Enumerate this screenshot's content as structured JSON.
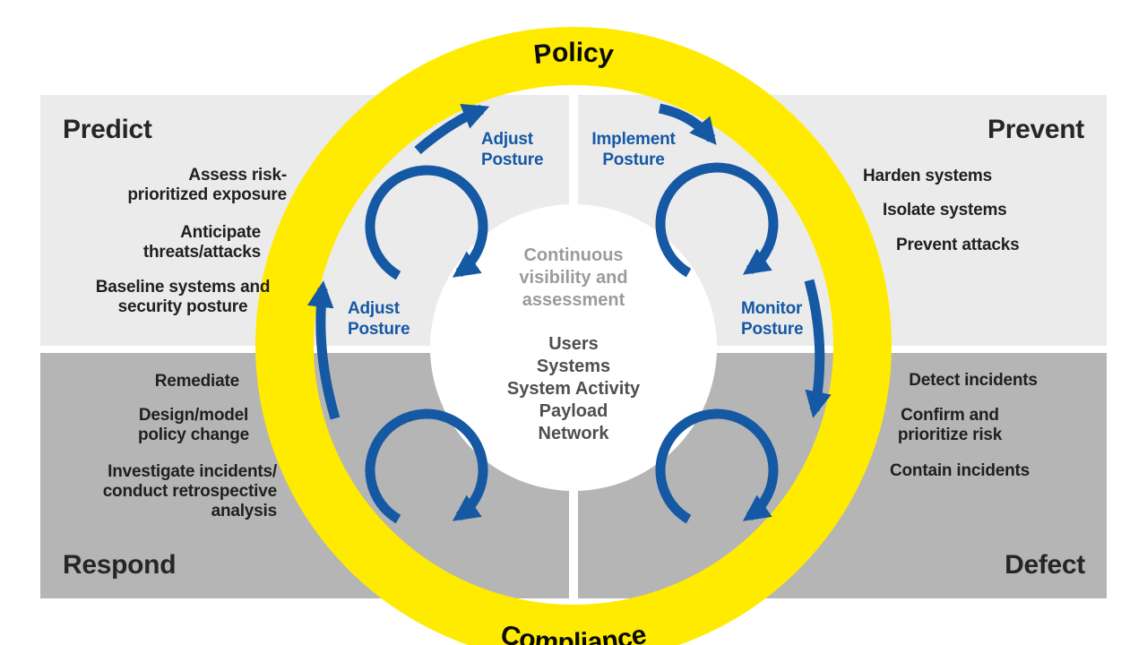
{
  "ring": {
    "top_label": "Policy",
    "bottom_label": "Compliance"
  },
  "center": {
    "subtitle": [
      "Continuous",
      "visibility and",
      "assessment"
    ],
    "items": [
      "Users",
      "Systems",
      "System Activity",
      "Payload",
      "Network"
    ]
  },
  "quadrants": {
    "predict": {
      "title": "Predict",
      "items": [
        [
          "Assess risk-",
          "prioritized exposure"
        ],
        [
          "Anticipate",
          "threats/attacks"
        ],
        [
          "Baseline systems and",
          "security posture"
        ]
      ]
    },
    "prevent": {
      "title": "Prevent",
      "items": [
        [
          "Harden systems"
        ],
        [
          "Isolate systems"
        ],
        [
          "Prevent attacks"
        ]
      ]
    },
    "respond": {
      "title": "Respond",
      "items": [
        [
          "Remediate"
        ],
        [
          "Design/model",
          "policy change"
        ],
        [
          "Investigate incidents/",
          "conduct retrospective",
          "analysis"
        ]
      ]
    },
    "defect": {
      "title": "Defect",
      "items": [
        [
          "Detect incidents"
        ],
        [
          "Confirm and",
          "prioritize risk"
        ],
        [
          "Contain incidents"
        ]
      ]
    }
  },
  "flow": {
    "adjust_top": [
      "Adjust",
      "Posture"
    ],
    "implement": [
      "Implement",
      "Posture"
    ],
    "monitor": [
      "Monitor",
      "Posture"
    ],
    "adjust_left": [
      "Adjust",
      "Posture"
    ]
  },
  "colors": {
    "ring_yellow": "#FFEB00",
    "arrow_blue": "#1558A4",
    "panel_light": "#EBEBEB",
    "panel_dark": "#B5B5B5",
    "center_muted": "#9B9B9B",
    "center_text": "#4F4F4F",
    "heading_text": "#262626",
    "body_text": "#1F1F1F"
  }
}
